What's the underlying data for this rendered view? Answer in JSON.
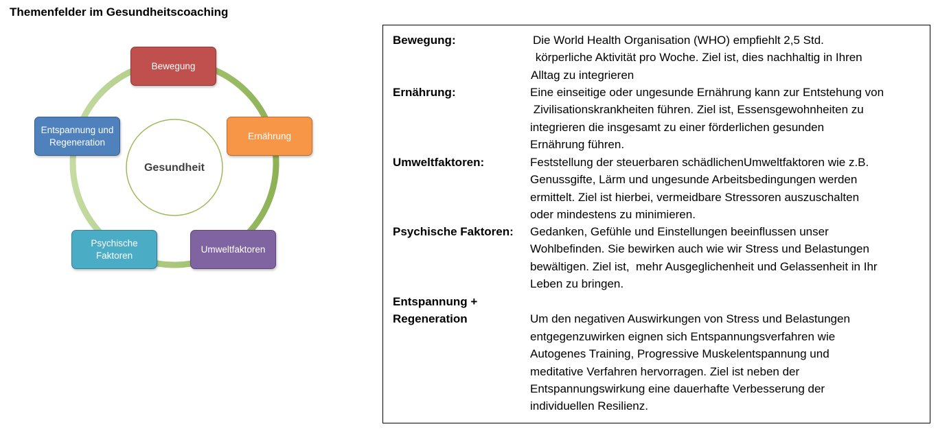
{
  "page": {
    "title": "Themenfelder im Gesundheitscoaching"
  },
  "diagram": {
    "center": "Gesundheit",
    "nodes": {
      "bewegung": "Bewegung",
      "ernaehrung": "Ernährung",
      "umwelt": "Umweltfaktoren",
      "psychisch": [
        "Psychische",
        "Faktoren"
      ],
      "entspannung": [
        "Entspannung und",
        "Regeneration"
      ]
    },
    "colors": {
      "bewegung": "#c0504d",
      "ernaehrung": "#f79646",
      "umwelt": "#8064a2",
      "psychisch": "#4bacc6",
      "entspannung": "#4f81bd",
      "ring_light": "#c5dba2",
      "ring_dark": "#8db255"
    }
  },
  "topics": {
    "bewegung": {
      "label": "Bewegung:",
      "lines": [
        "Die World Health Organisation (WHO) empfiehlt 2,5 Std.",
        " körperliche Aktivität pro Woche. Ziel ist, dies nachhaltig in Ihren",
        "Alltag zu integrieren"
      ]
    },
    "ernaehrung": {
      "label": "Ernährung:",
      "lines": [
        "Eine einseitige oder ungesunde Ernährung kann zur Entstehung von",
        " Zivilisationskrankheiten führen. Ziel ist, Essensgewohnheiten zu",
        "integrieren die insgesamt zu einer förderlichen gesunden",
        "Ernährung führen."
      ]
    },
    "umwelt": {
      "label": "Umweltfaktoren:",
      "lines": [
        "Feststellung der steuerbaren schädlichenUmweltfaktoren wie z.B.",
        "Genussgifte, Lärm und ungesunde Arbeitsbedingungen werden",
        "ermittelt. Ziel ist hierbei, vermeidbare Stressoren auszuschalten",
        "oder mindestens zu minimieren."
      ]
    },
    "psychisch": {
      "label": "Psychische Faktoren:",
      "lines": [
        "Gedanken, Gefühle und Einstellungen beeinflussen unser",
        "Wohlbefinden. Sie bewirken auch wie wir Stress und Belastungen",
        "bewältigen. Ziel ist,  mehr Ausgeglichenheit und Gelassenheit in Ihr",
        "Leben zu bringen."
      ]
    },
    "entspannung": {
      "label_lines": [
        "Entspannung +",
        "Regeneration"
      ],
      "lines": [
        "Um den negativen Auswirkungen von Stress und Belastungen",
        "entgegenzuwirken eignen sich Entspannungsverfahren wie",
        "Autogenes Training, Progressive Muskelentspannung und",
        "meditative Verfahren hervorragen. Ziel ist neben der",
        "Entspannungswirkung eine dauerhafte Verbesserung der",
        "individuellen Resilienz."
      ]
    }
  }
}
